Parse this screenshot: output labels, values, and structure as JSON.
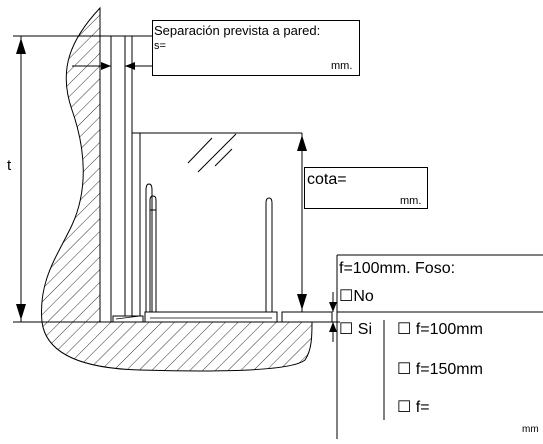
{
  "labels": {
    "separation_title": "Separación prevista a pared:",
    "separation_var": "s=",
    "separation_unit": "mm.",
    "height_var": "t",
    "cota_var": "cota=",
    "cota_unit": "mm.",
    "pit_title": "f=100mm. Foso:",
    "pit_no": "No",
    "pit_si": "Si",
    "pit_opt_100": "f=100mm",
    "pit_opt_150": "f=150mm",
    "pit_opt_custom": "f=",
    "pit_unit": "mm"
  },
  "checkbox_glyph": "☐"
}
